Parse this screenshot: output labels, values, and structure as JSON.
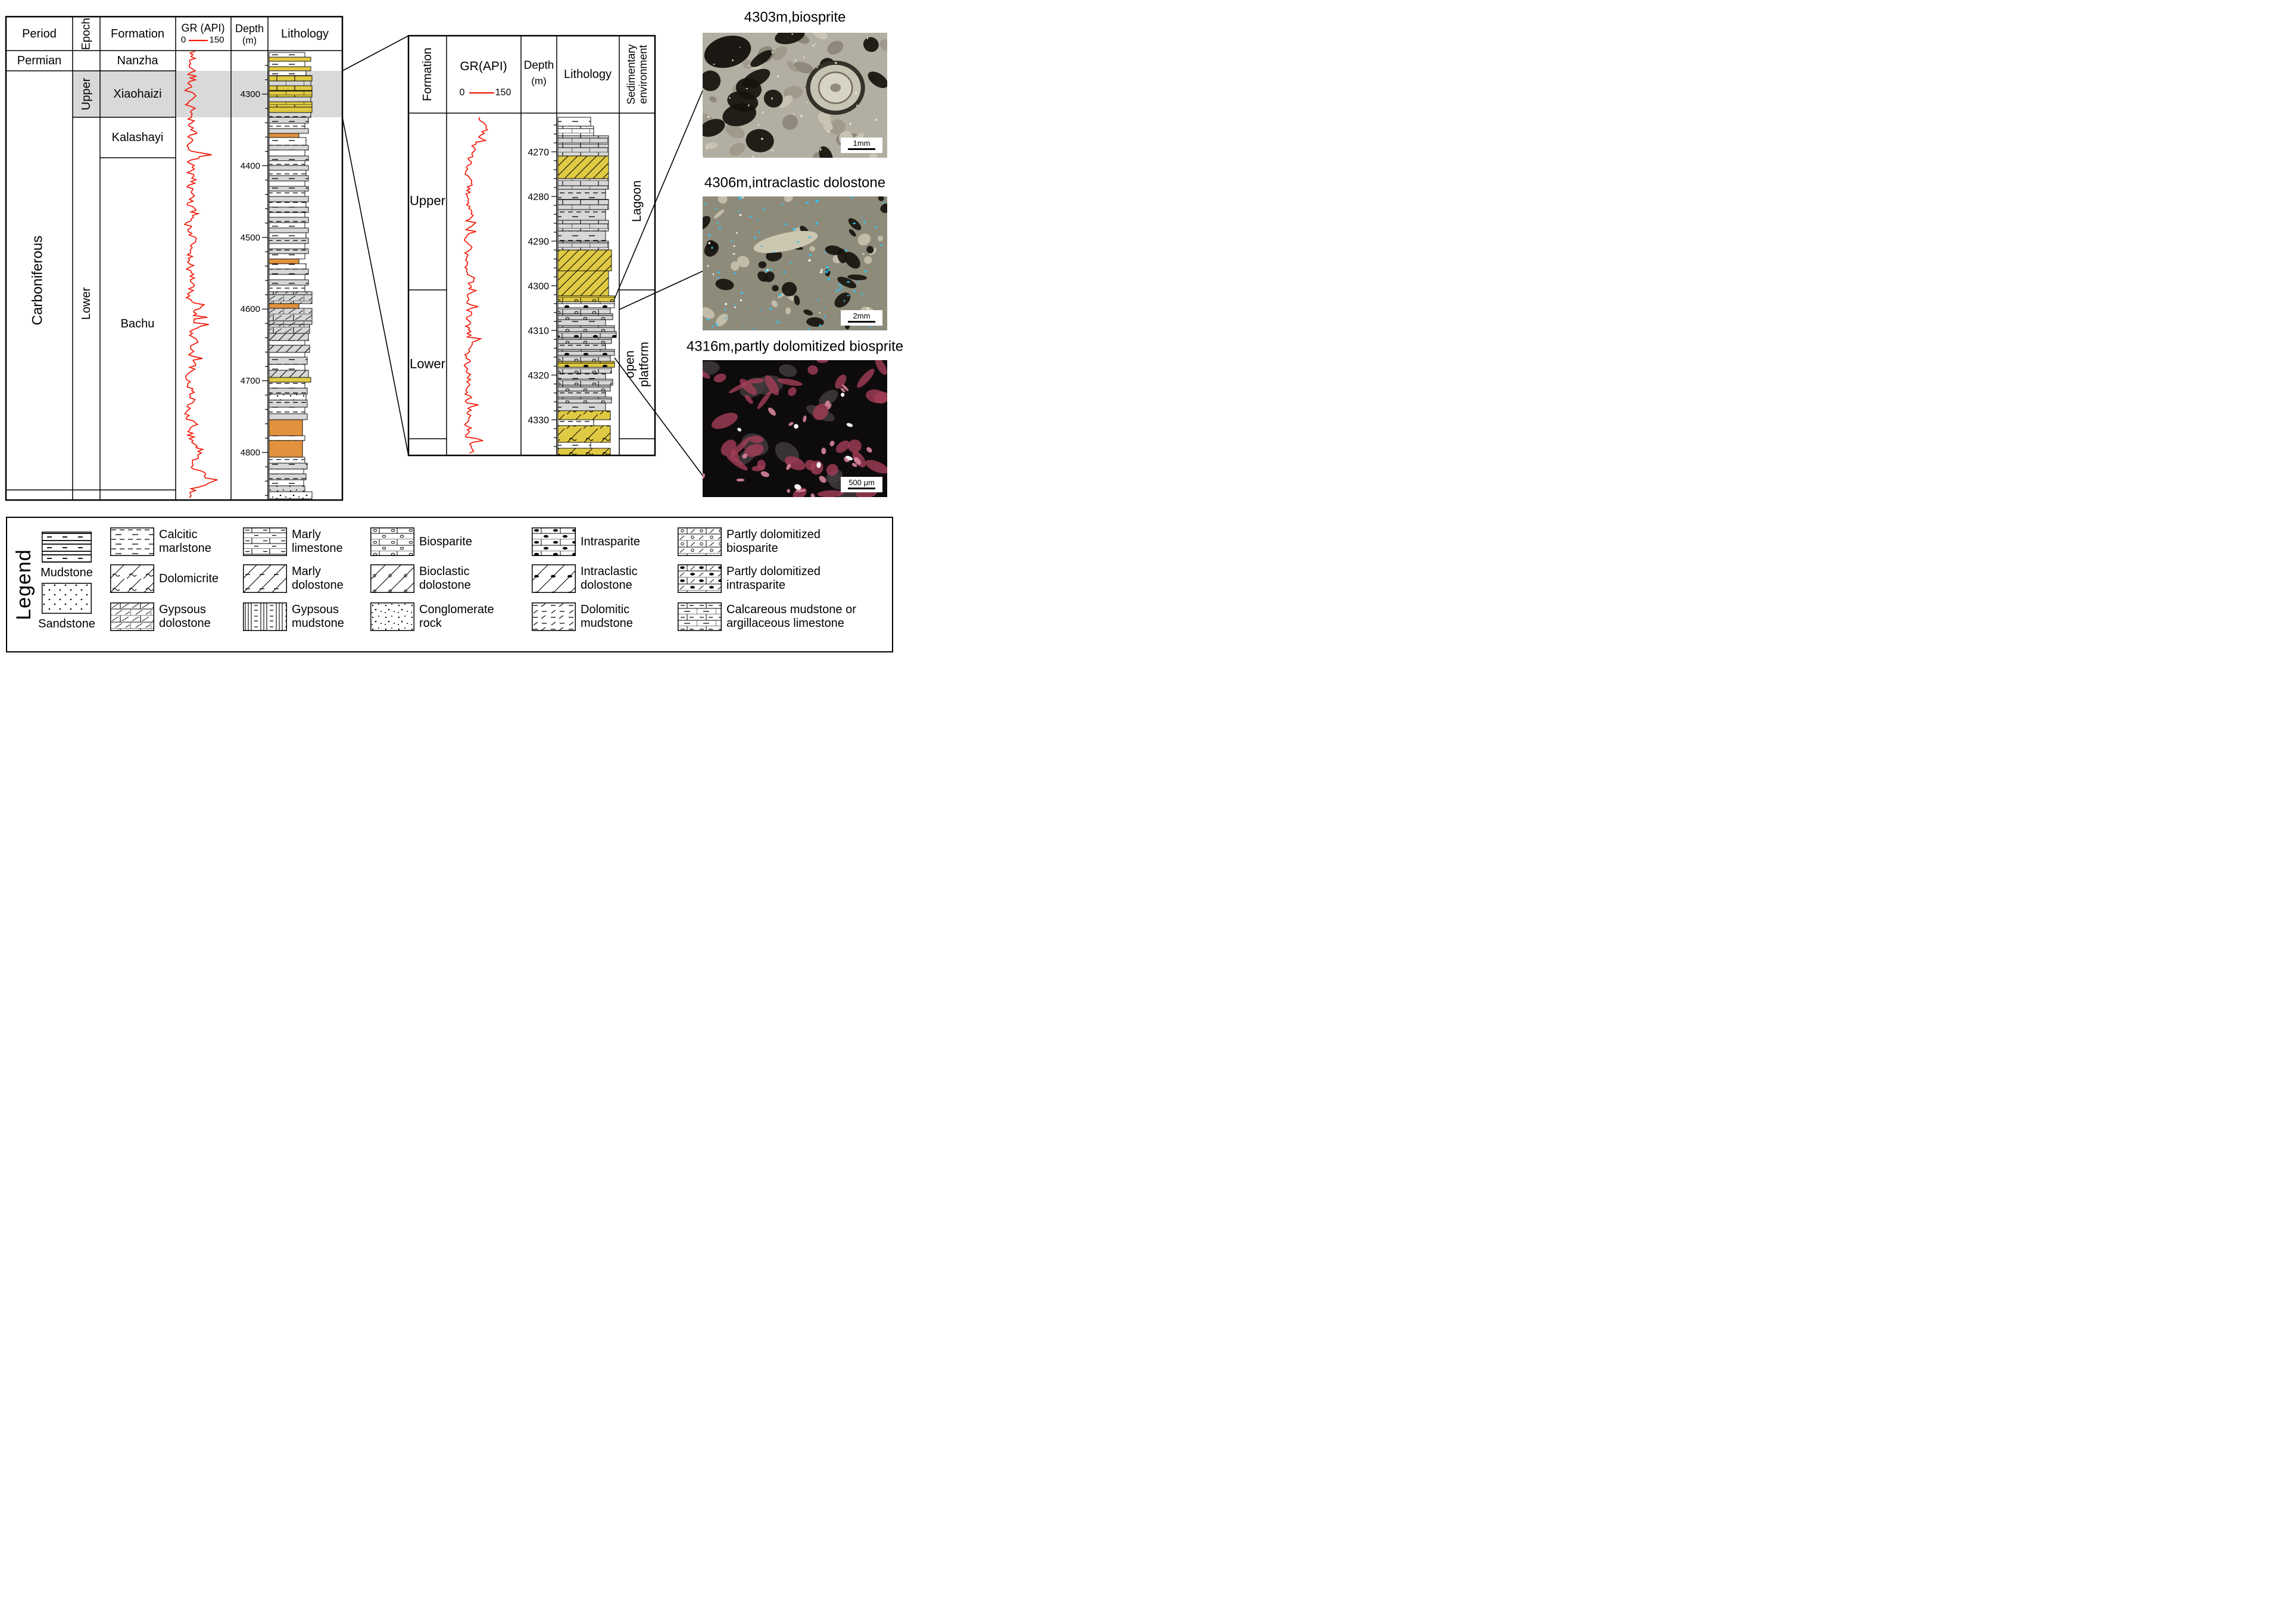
{
  "left_panel": {
    "headers": {
      "period": "Period",
      "epoch": "Epoch",
      "formation": "Formation",
      "gr_title": "GR (API)",
      "gr_min": "0",
      "gr_max": "150",
      "depth_line1": "Depth",
      "depth_line2": "(m)",
      "lithology": "Lithology"
    },
    "period_permian": "Permian",
    "period_carboniferous": "Carboniferous",
    "epoch_upper": "Upper",
    "epoch_lower": "Lower",
    "formation_nanzha": "Nanzha",
    "formation_xiaohaizi": "Xiaohaizi",
    "formation_kalashayi": "Kalashayi",
    "formation_bachu": "Bachu",
    "depth_ticks": [
      4300,
      4400,
      4500,
      4600,
      4700,
      4800
    ],
    "lithology_segments": [
      [
        8,
        "W",
        "marl",
        60
      ],
      [
        7,
        "Y",
        "none",
        70
      ],
      [
        9,
        "W",
        "marl",
        60
      ],
      [
        7,
        "Y",
        "none",
        70
      ],
      [
        8,
        "W",
        "marl",
        62
      ],
      [
        9,
        "Y",
        "limestone",
        72
      ],
      [
        8,
        "G",
        "limestone",
        70
      ],
      [
        9,
        "Y",
        "limestone",
        72
      ],
      [
        10,
        "Y",
        "limestone",
        72
      ],
      [
        8,
        "G",
        "none",
        70
      ],
      [
        9,
        "Y",
        "limestone",
        72
      ],
      [
        9,
        "Y",
        "none",
        72
      ],
      [
        8,
        "G",
        "marl",
        70
      ],
      [
        10,
        "G",
        "marl",
        66
      ],
      [
        9,
        "W",
        "marl",
        60
      ],
      [
        8,
        "G",
        "none",
        66
      ],
      [
        7,
        "O",
        "none",
        50
      ],
      [
        13,
        "W",
        "marl",
        62
      ],
      [
        8,
        "G",
        "marl",
        66
      ],
      [
        10,
        "W",
        "none",
        60
      ],
      [
        8,
        "G",
        "marl",
        66
      ],
      [
        8,
        "W",
        "marl",
        60
      ],
      [
        8,
        "G",
        "none",
        66
      ],
      [
        9,
        "W",
        "marl",
        62
      ],
      [
        9,
        "G",
        "marl",
        66
      ],
      [
        9,
        "W",
        "none",
        60
      ],
      [
        8,
        "G",
        "marl",
        66
      ],
      [
        9,
        "W",
        "marl",
        60
      ],
      [
        9,
        "G",
        "none",
        66
      ],
      [
        9,
        "W",
        "marl",
        62
      ],
      [
        9,
        "G",
        "marl",
        66
      ],
      [
        8,
        "W",
        "none",
        60
      ],
      [
        9,
        "G",
        "marl",
        66
      ],
      [
        9,
        "W",
        "marl",
        60
      ],
      [
        8,
        "G",
        "none",
        66
      ],
      [
        9,
        "W",
        "marl",
        62
      ],
      [
        9,
        "G",
        "marl",
        66
      ],
      [
        9,
        "W",
        "none",
        60
      ],
      [
        8,
        "G",
        "marl",
        66
      ],
      [
        9,
        "W",
        "marl",
        60
      ],
      [
        8,
        "O",
        "none",
        50
      ],
      [
        9,
        "W",
        "marl",
        62
      ],
      [
        9,
        "G",
        "marl",
        66
      ],
      [
        9,
        "W",
        "none",
        60
      ],
      [
        9,
        "G",
        "marl",
        66
      ],
      [
        11,
        "W",
        "marl",
        60
      ],
      [
        20,
        "G",
        "hatch",
        72
      ],
      [
        8,
        "O",
        "none",
        50
      ],
      [
        27,
        "G",
        "hatch",
        72
      ],
      [
        15,
        "G",
        "hatch",
        68
      ],
      [
        12,
        "G",
        "diag",
        66
      ],
      [
        8,
        "W",
        "marl",
        60
      ],
      [
        12,
        "G",
        "diag",
        68
      ],
      [
        8,
        "W",
        "none",
        60
      ],
      [
        12,
        "G",
        "marl",
        64
      ],
      [
        10,
        "W",
        "marl",
        60
      ],
      [
        12,
        "G",
        "diag",
        66
      ],
      [
        8,
        "Y",
        "none",
        70
      ],
      [
        10,
        "W",
        "marl",
        60
      ],
      [
        10,
        "G",
        "marl",
        64
      ],
      [
        10,
        "W",
        "congl",
        62
      ],
      [
        12,
        "G",
        "marl",
        64
      ],
      [
        11,
        "W",
        "marl",
        60
      ],
      [
        10,
        "G",
        "none",
        64
      ],
      [
        27,
        "O",
        "none",
        56
      ],
      [
        8,
        "W",
        "marl",
        60
      ],
      [
        28,
        "O",
        "none",
        56
      ],
      [
        10,
        "W",
        "marl",
        60
      ],
      [
        10,
        "G",
        "marl",
        64
      ],
      [
        8,
        "W",
        "none",
        58
      ],
      [
        10,
        "G",
        "marl",
        62
      ],
      [
        10,
        "W",
        "marl",
        58
      ],
      [
        10,
        "G",
        "congl",
        60
      ],
      [
        12,
        "W",
        "congl",
        72
      ]
    ]
  },
  "detail_panel": {
    "headers": {
      "formation": "Formation",
      "gr_title": "GR(API)",
      "gr_min": "0",
      "gr_max": "150",
      "depth_line1": "Depth",
      "depth_line2": "(m)",
      "lithology": "Lithology",
      "environment_line1": "Sedimentary",
      "environment_line2": "environment"
    },
    "formation_upper": "Upper",
    "formation_lower": "Lower",
    "depth_ticks": [
      4270,
      4280,
      4290,
      4300,
      4310,
      4320,
      4330
    ],
    "environment_lagoon": "Lagoon",
    "environment_open_platform": "open platform",
    "lithology_segments": [
      [
        15,
        "W",
        "marl",
        55
      ],
      [
        16,
        "W",
        "limestone",
        60
      ],
      [
        14,
        "G",
        "limestone",
        85
      ],
      [
        20,
        "G",
        "limestone",
        85
      ],
      [
        38,
        "Y",
        "diag",
        85
      ],
      [
        18,
        "G",
        "limestone",
        85
      ],
      [
        17,
        "G",
        "marl",
        80
      ],
      [
        17,
        "G",
        "limestone",
        85
      ],
      [
        18,
        "G",
        "marl",
        80
      ],
      [
        18,
        "G",
        "limestone",
        85
      ],
      [
        17,
        "G",
        "marl",
        80
      ],
      [
        15,
        "G",
        "limestone",
        85
      ],
      [
        35,
        "Y",
        "diag",
        90
      ],
      [
        42,
        "Y",
        "diag",
        85
      ],
      [
        10,
        "Y",
        "bio",
        95
      ],
      [
        10,
        "W",
        "intra",
        95
      ],
      [
        10,
        "G",
        "bio",
        88
      ],
      [
        10,
        "G",
        "bio",
        92
      ],
      [
        10,
        "G",
        "marl",
        80
      ],
      [
        10,
        "G",
        "bio",
        95
      ],
      [
        10,
        "G",
        "intra",
        98
      ],
      [
        10,
        "G",
        "bio",
        90
      ],
      [
        10,
        "G",
        "marl",
        80
      ],
      [
        10,
        "G",
        "intra",
        95
      ],
      [
        10,
        "G",
        "bio",
        88
      ],
      [
        10,
        "Y",
        "intra",
        95
      ],
      [
        10,
        "G",
        "bio",
        90
      ],
      [
        10,
        "G",
        "marl",
        80
      ],
      [
        10,
        "G",
        "bio",
        92
      ],
      [
        10,
        "G",
        "bio",
        88
      ],
      [
        10,
        "G",
        "marl",
        80
      ],
      [
        10,
        "G",
        "bio",
        90
      ],
      [
        13,
        "G",
        "marl",
        80
      ],
      [
        15,
        "Y",
        "squig",
        88
      ],
      [
        10,
        "W",
        "marl",
        60
      ],
      [
        28,
        "Y",
        "squig",
        88
      ],
      [
        10,
        "W",
        "marl",
        55
      ],
      [
        12,
        "Y",
        "squig",
        88
      ]
    ]
  },
  "photos": [
    {
      "title": "4303m,biosprite",
      "scale_label": "1mm",
      "kind": "biosprite"
    },
    {
      "title": "4306m,intraclastic dolostone",
      "scale_label": "2mm",
      "kind": "intraclastic-dolostone"
    },
    {
      "title": "4316m,partly dolomitized biosprite",
      "scale_label": "500 μm",
      "kind": "partly-dolomitized-biosprite"
    }
  ],
  "legend": {
    "title": "Legend",
    "stacked": [
      {
        "label": "Mudstone",
        "pattern": "mudstone"
      },
      {
        "label": "Sandstone",
        "pattern": "sandstone"
      }
    ],
    "columns": [
      [
        {
          "label": "Calcitic marlstone",
          "pattern": "calcitic-marlstone"
        },
        {
          "label": "Dolomicrite",
          "pattern": "dolomicrite"
        },
        {
          "label": "Gypsous dolostone",
          "pattern": "gypsous-dolostone"
        }
      ],
      [
        {
          "label": "Marly limestone",
          "pattern": "marly-limestone"
        },
        {
          "label": "Marly dolostone",
          "pattern": "marly-dolostone"
        },
        {
          "label": "Gypsous mudstone",
          "pattern": "gypsous-mudstone"
        }
      ],
      [
        {
          "label": "Biosparite",
          "pattern": "biosparite"
        },
        {
          "label": "Bioclastic dolostone",
          "pattern": "bioclastic-dolostone"
        },
        {
          "label": "Conglomerate rock",
          "pattern": "conglomerate"
        }
      ],
      [
        {
          "label": "Intrasparite",
          "pattern": "intrasparite"
        },
        {
          "label": "Intraclastic dolostone",
          "pattern": "intraclastic-dolostone"
        },
        {
          "label": "Dolomitic mudstone",
          "pattern": "dolomitic-mudstone"
        }
      ],
      [
        {
          "label": "Partly dolomitized biosparite",
          "pattern": "partly-dolomitized-biosparite"
        },
        {
          "label": "Partly dolomitized intrasparite",
          "pattern": "partly-dolomitized-intrasparite"
        },
        {
          "label": "Calcareous mudstone or argillaceous limestone",
          "pattern": "calcareous-mudstone"
        }
      ]
    ]
  },
  "colors": {
    "gr_curve": "#f21807",
    "highlight_band": "#d9d9d9",
    "bed_white": "#ffffff",
    "bed_yellow": "#e0ca44",
    "bed_gray": "#d7d7d7",
    "bed_orange": "#e2913c"
  }
}
